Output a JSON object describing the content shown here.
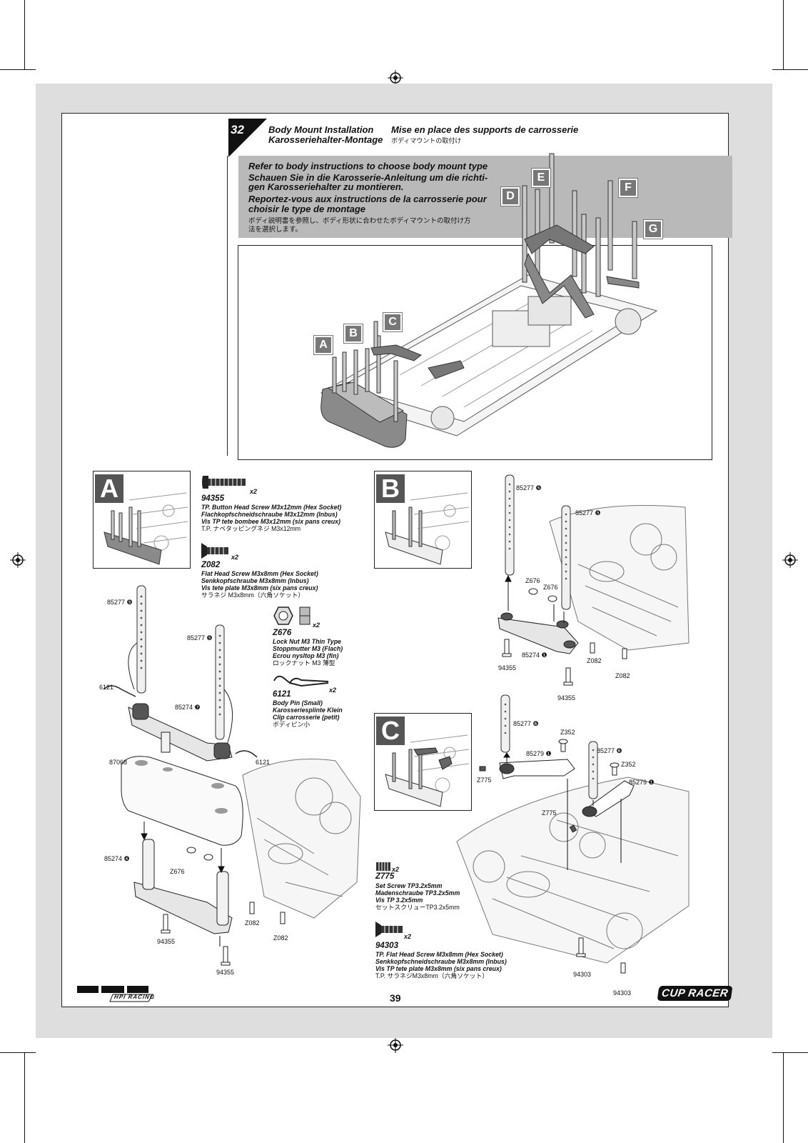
{
  "step": {
    "number": "32",
    "title_en": "Body Mount Installation",
    "title_de": "Karosseriehalter-Montage",
    "title_fr": "Mise en place des supports de carrosserie",
    "title_jp": "ボディマウントの取付け"
  },
  "note": {
    "en": "Refer to body instructions to choose body mount type",
    "de_1": "Schauen Sie in die Karosserie-Anleitung um die richti-",
    "de_2": "gen Karosseriehalter zu montieren.",
    "fr_1": "Reportez-vous aux instructions de la carrosserie pour",
    "fr_2": "choisir le type de montage",
    "jp_1": "ボディ説明書を参照し、ボディ形状に合わせたボディマウントの取付け方",
    "jp_2": "法を選択します。"
  },
  "overview_letters": [
    "A",
    "B",
    "C",
    "D",
    "E",
    "F",
    "G"
  ],
  "section_letters": {
    "a": "A",
    "b": "B",
    "c": "C"
  },
  "parts": [
    {
      "code": "94355",
      "qty": "x2",
      "en": "TP. Button Head Screw M3x12mm (Hex Socket)",
      "de": "Flachkopfschneidschraube M3x12mm (Inbus)",
      "fr": "Vis TP tete bombee M3x12mm (six pans creux)",
      "jp": "T.P. ナベタッピングネジ M3x12mm"
    },
    {
      "code": "Z082",
      "qty": "x2",
      "en": "Flat Head Screw M3x8mm (Hex Socket)",
      "de": "Senkkopfschraube M3x8mm (Inbus)",
      "fr": "Vis tete plate M3x8mm (six pans creux)",
      "jp": "サラネジ M3x8mm（六角ソケット）"
    },
    {
      "code": "Z676",
      "qty": "x2",
      "en": "Lock Nut M3 Thin Type",
      "de": "Stoppmutter M3 (Flach)",
      "fr": "Ecrou nysltop M3 (fin)",
      "jp": "ロックナット M3 薄型"
    },
    {
      "code": "6121",
      "qty": "x2",
      "en": "Body Pin (Small)",
      "de": "Karosseriesplinte Klein",
      "fr": "Clip carrosserie (petit)",
      "jp": "ボディピン小"
    },
    {
      "code": "Z775",
      "qty": "x2",
      "en": "Set Screw TP3.2x5mm",
      "de": "Madenschraube TP3.2x5mm",
      "fr": "Vis TP 3.2x5mm",
      "jp": "セットスクリューTP3.2x5mm"
    },
    {
      "code": "94303",
      "qty": "x2",
      "en": "TP. Flat Head Screw M3x8mm (Hex Socket)",
      "de": "Senkkopfschneidschraube M3x8mm (Inbus)",
      "fr": "Vis TP tete plate M3x8mm (six pans creux)",
      "jp": "T.P. サラネジM3x8mm（六角ソケット）"
    }
  ],
  "labels_a": {
    "post1": "85277 ❺",
    "post2": "85277 ❺",
    "pin1": "6121",
    "pin2": "6121",
    "mount_top": "85274 ❼",
    "foam": "87068",
    "mount_bottom": "85274 ❹",
    "nut": "Z676",
    "screw_z1": "Z082",
    "screw_z2": "Z082",
    "screw_a1": "94355",
    "screw_a2": "94355"
  },
  "labels_b": {
    "post1": "85277 ❺",
    "post2": "85277 ❺",
    "nut1": "Z676",
    "nut2": "Z676",
    "mount": "85274 ❶",
    "screw_a1": "94355",
    "screw_a2": "94355",
    "screw_z1": "Z082",
    "screw_z2": "Z082"
  },
  "labels_c": {
    "post1": "85277 ❻",
    "post2": "85277 ❻",
    "screw1": "Z352",
    "screw2": "Z352",
    "arm1": "85279 ❶",
    "arm2": "85279 ❶",
    "set1": "Z775",
    "set2": "Z775",
    "screw_b1": "94303",
    "screw_b2": "94303"
  },
  "footer": {
    "page": "39",
    "brand_left": "HPI RACING",
    "brand_right": "CUP RACER"
  }
}
